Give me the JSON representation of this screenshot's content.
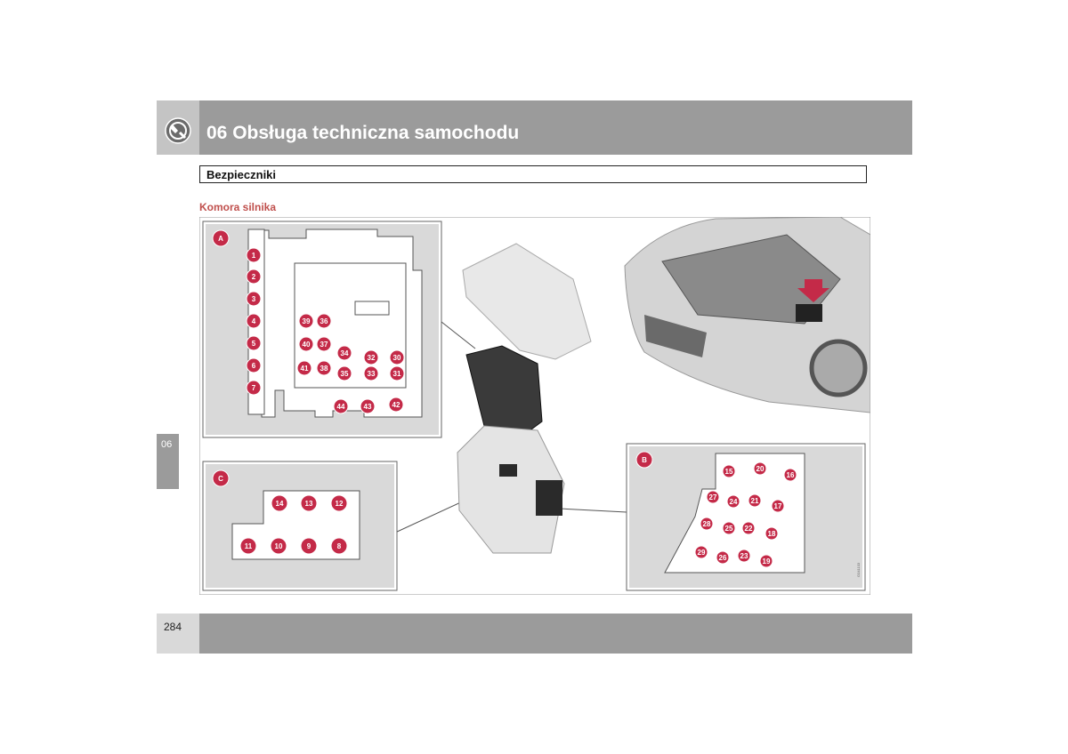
{
  "header": {
    "chapter_title": "06 Obsługa techniczna samochodu",
    "icon": "wrench-gear-icon"
  },
  "section": {
    "title": "Bezpieczniki"
  },
  "subsection": {
    "title": "Komora silnika"
  },
  "side_tab": {
    "label": "06"
  },
  "footer": {
    "page_number": "284"
  },
  "figure": {
    "code": "G041103",
    "panels": {
      "A": {
        "label": "A",
        "left_fuses": [
          "1",
          "2",
          "3",
          "4",
          "5",
          "6",
          "7"
        ],
        "inner_fuses": [
          "39",
          "36",
          "40",
          "37",
          "34",
          "41",
          "38",
          "35",
          "32",
          "30",
          "33",
          "31"
        ],
        "bottom_fuses": [
          "44",
          "43",
          "42"
        ]
      },
      "B": {
        "label": "B",
        "fuses": [
          "15",
          "20",
          "16",
          "27",
          "24",
          "21",
          "17",
          "28",
          "25",
          "22",
          "18",
          "29",
          "26",
          "23",
          "19"
        ]
      },
      "C": {
        "label": "C",
        "top_fuses": [
          "14",
          "13",
          "12"
        ],
        "bottom_fuses": [
          "11",
          "10",
          "9",
          "8"
        ]
      }
    }
  },
  "colors": {
    "header_bar": "#9b9b9b",
    "accent_red": "#c42a48",
    "subsection_red": "#c0504d",
    "panel_bg": "#d9d9d9"
  }
}
